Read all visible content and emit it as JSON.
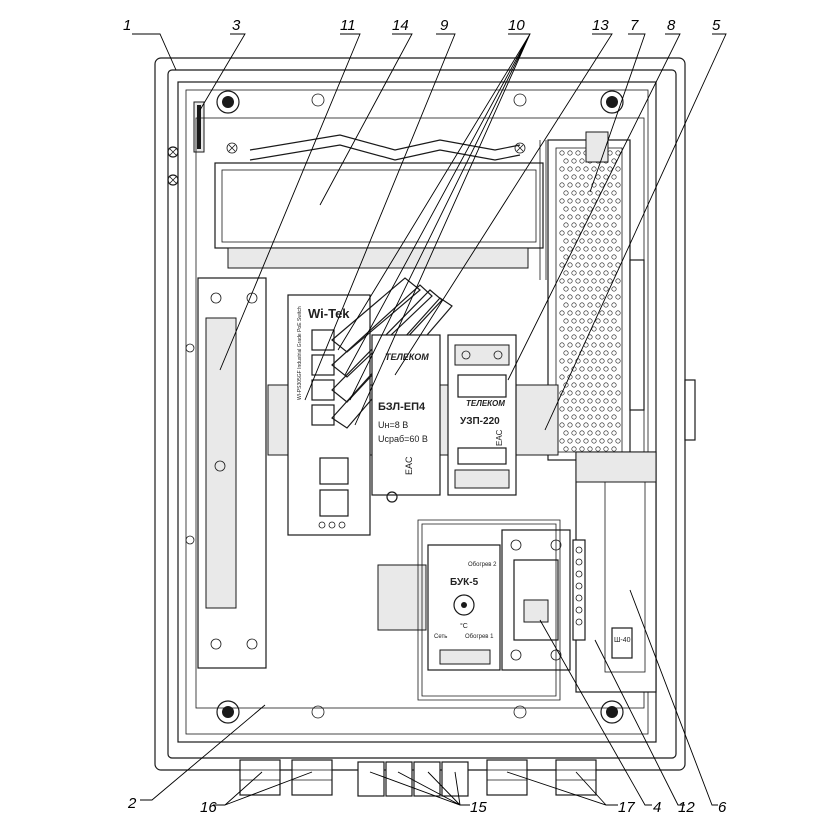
{
  "callouts": {
    "c1": "1",
    "c2": "2",
    "c3": "3",
    "c4": "4",
    "c5": "5",
    "c6": "6",
    "c7": "7",
    "c8": "8",
    "c9": "9",
    "c10": "10",
    "c11": "11",
    "c12": "12",
    "c13": "13",
    "c14": "14",
    "c15": "15",
    "c16": "16",
    "c17": "17"
  },
  "devices": {
    "switch_brand": "Wi-Tek",
    "switch_model": "WI-PS305GF Industrial Grade PoE Switch",
    "bzl_name": "БЗЛ-ЕП4",
    "bzl_u1": "Uн=8 В",
    "bzl_u2": "Uсраб=60 В",
    "uzp_name": "УЗП-220",
    "buk_name": "БУК-5",
    "buk_label_top": "Обогрев 2",
    "buk_label_bottom": "Обогрев 1",
    "buk_net": "Сеть",
    "buk_unit": "°С",
    "brand": "ТЕЛЕКОМ",
    "eac": "EAC",
    "label_small": "Ш-40"
  },
  "colors": {
    "line": "#1a1a1a",
    "fill": "#e9e9e9"
  }
}
